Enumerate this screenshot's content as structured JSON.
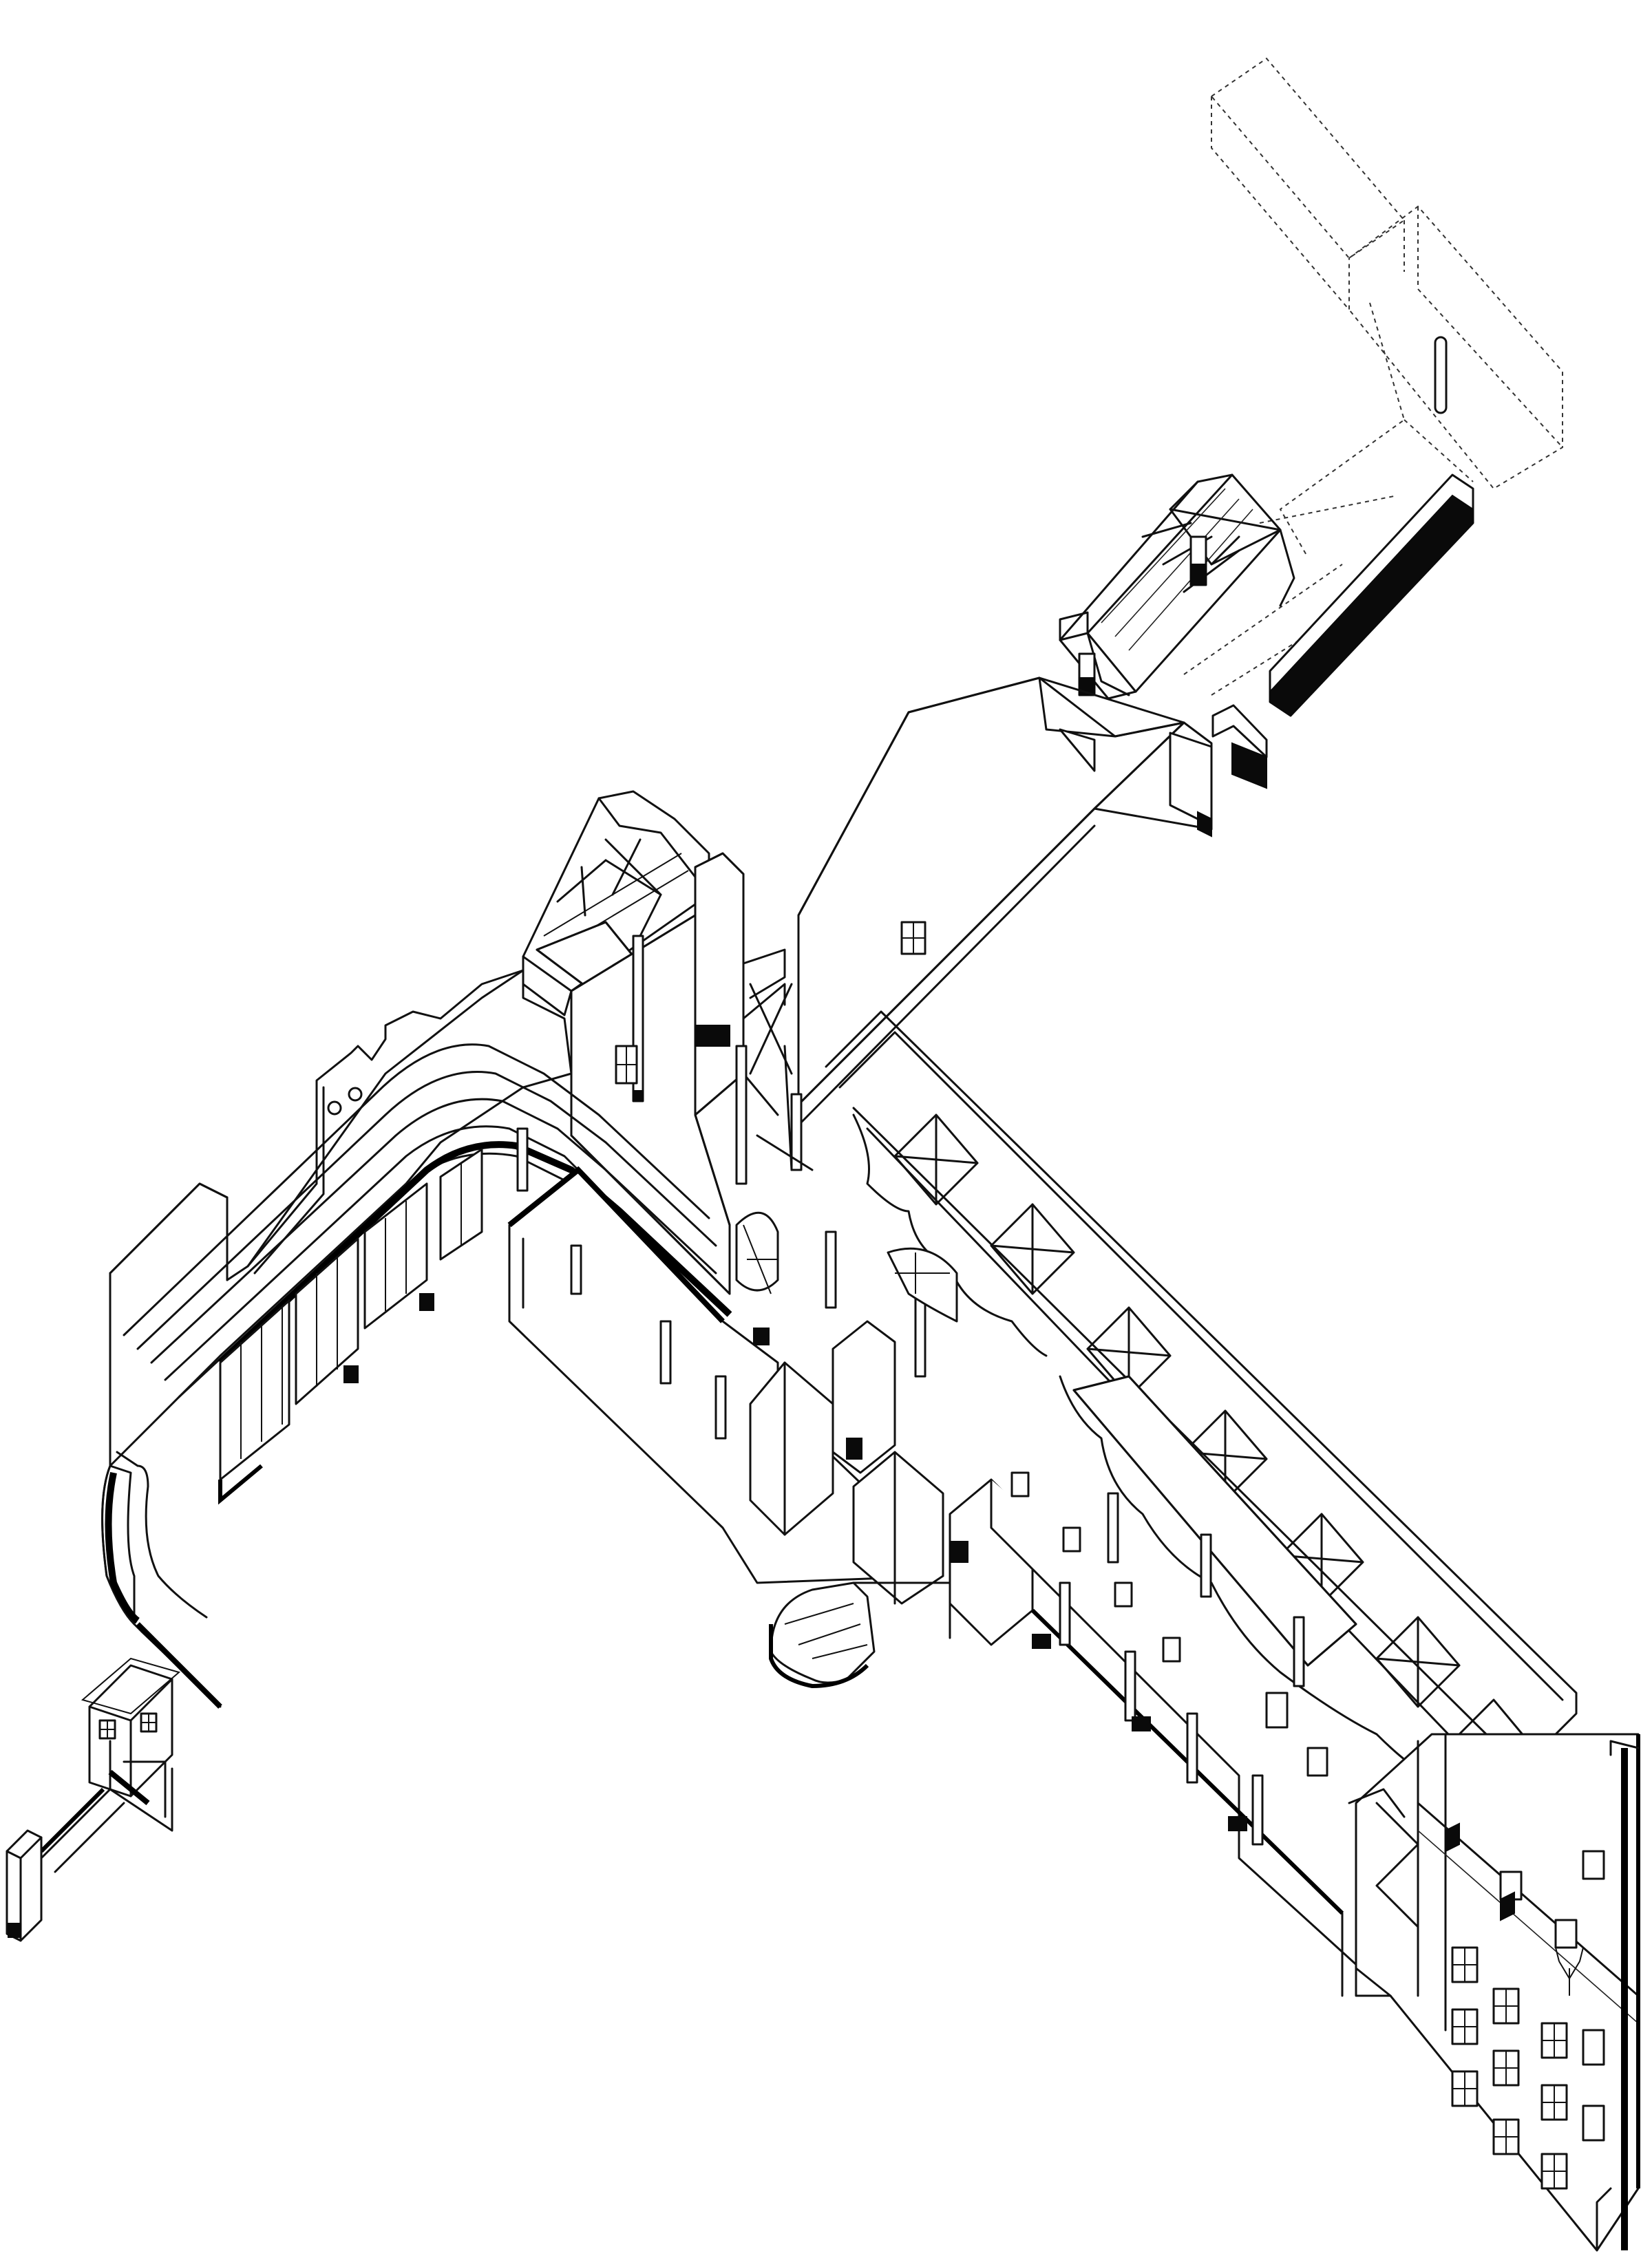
{
  "drawing": {
    "kind": "axonometric architectural cutaway drawing",
    "palette": {
      "ink": "#111111",
      "paper": "#ffffff",
      "poche": "#0a0a0a"
    },
    "parts": [
      "ghosted-block-dashed",
      "upper-canopy-pavilion",
      "hatched-gable-roof",
      "central-tower-with-trusses",
      "curved-striped-wall",
      "left-gatehouse",
      "left-entry-pavilion",
      "long-skylight-gallery",
      "inner-corridor-rooms",
      "round-stair-tower",
      "right-facade-windows"
    ]
  }
}
